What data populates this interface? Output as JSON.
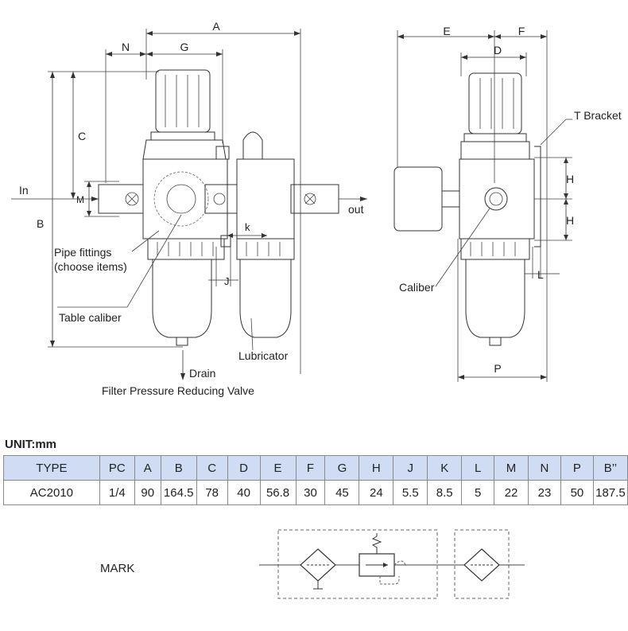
{
  "drawing": {
    "front_view": {
      "dimensions": [
        "A",
        "G",
        "N",
        "C",
        "B",
        "M",
        "k",
        "J"
      ],
      "labels": {
        "in": "In",
        "out": "out",
        "pipe_fittings_1": "Pipe fittings",
        "pipe_fittings_2": "(choose items)",
        "table_caliber": "Table caliber",
        "lubricator": "Lubricator",
        "drain": "Drain",
        "caption": "Filter Pressure Reducing Valve"
      }
    },
    "side_view": {
      "dimensions": [
        "E",
        "F",
        "D",
        "H",
        "H",
        "L",
        "P"
      ],
      "labels": {
        "t_bracket": "T Bracket",
        "caliber": "Caliber"
      }
    }
  },
  "unit_label": "UNIT:mm",
  "table": {
    "headers": [
      "TYPE",
      "PC",
      "A",
      "B",
      "C",
      "D",
      "E",
      "F",
      "G",
      "H",
      "J",
      "K",
      "L",
      "M",
      "N",
      "P",
      "B’’"
    ],
    "rows": [
      [
        "AC2010",
        "1/4",
        "90",
        "164.5",
        "78",
        "40",
        "56.8",
        "30",
        "45",
        "24",
        "5.5",
        "8.5",
        "5",
        "22",
        "23",
        "50",
        "187.5"
      ]
    ]
  },
  "mark_label": "MARK"
}
